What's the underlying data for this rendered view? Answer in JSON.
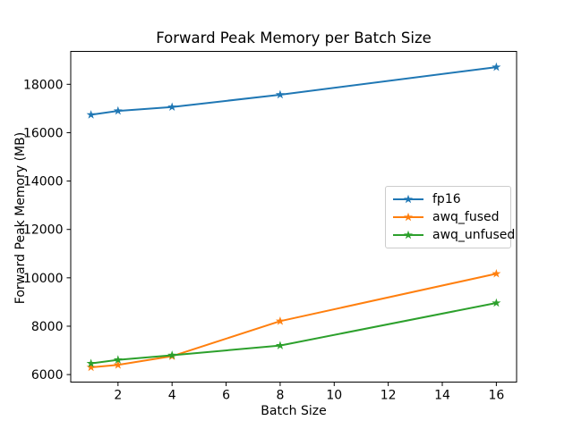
{
  "chart_data": {
    "type": "line",
    "title": "Forward Peak Memory per Batch Size",
    "xlabel": "Batch Size",
    "ylabel": "Forward Peak Memory (MB)",
    "x": [
      1,
      2,
      4,
      8,
      16
    ],
    "series": [
      {
        "name": "fp16",
        "color": "#1f77b4",
        "values": [
          16740,
          16900,
          17060,
          17570,
          18710
        ]
      },
      {
        "name": "awq_fused",
        "color": "#ff7f0e",
        "values": [
          6300,
          6400,
          6760,
          8210,
          10170
        ]
      },
      {
        "name": "awq_unfused",
        "color": "#2ca02c",
        "values": [
          6460,
          6610,
          6800,
          7200,
          8960
        ]
      }
    ],
    "xticks": [
      2,
      4,
      6,
      8,
      10,
      12,
      14,
      16
    ],
    "yticks": [
      6000,
      8000,
      10000,
      12000,
      14000,
      16000,
      18000
    ],
    "xlim": [
      0.25,
      16.75
    ],
    "ylim": [
      5690,
      19360
    ],
    "marker": "star",
    "grid": false,
    "legend_position": "center-right",
    "background_color": "#ffffff",
    "frame_color": "#000000",
    "text_color": "#000000"
  }
}
